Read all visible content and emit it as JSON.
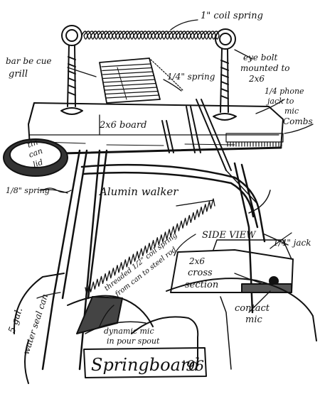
{
  "labels": {
    "coil_spring": "1\" coil spring",
    "barbecue_grill_line1": "bar be cue",
    "barbecue_grill_line2": "grill",
    "eye_bolt_line1": "eye bolt",
    "eye_bolt_line2": "mounted to",
    "eye_bolt_line3": "2x6",
    "quarter_spring": "1/4\" spring",
    "phone_jack_line1": "1/4 phone",
    "phone_jack_line2": "jack to",
    "phone_jack_line3": "mic",
    "board": "2x6 board",
    "combs": "Combs",
    "tin_can_line1": "tin",
    "tin_can_line2": "can",
    "tin_can_line3": "lid",
    "eighth_spring": "1/8\" spring",
    "walker": "Alumin walker",
    "threaded_line1": "threaded 1/2\" coil spring",
    "threaded_line2": "from can to steel rod",
    "side_view": "SIDE VIEW",
    "jack": "1/4\" jack",
    "cross_section_line1": "2x6",
    "cross_section_line2": "cross",
    "cross_section_line3": "section",
    "contact_mic_line1": "contact",
    "contact_mic_line2": "mic",
    "seal_can_line1": "5 gal.",
    "seal_can_line2": "water seal can",
    "dynamic_mic_line1": "dynamic mic",
    "dynamic_mic_line2": "in pour spout",
    "title": "Springboard",
    "year": "'96"
  }
}
